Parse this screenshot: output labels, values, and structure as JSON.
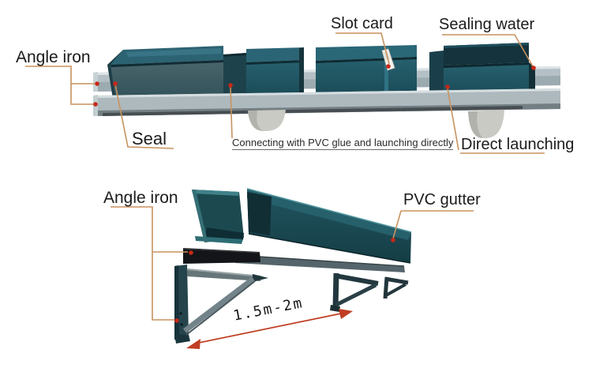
{
  "labels": {
    "angle_iron_top": "Angle iron",
    "seal": "Seal",
    "slot_card": "Slot card",
    "sealing_water": "Sealing water",
    "connecting": "Connecting with PVC glue and launching directly",
    "direct_launching": "Direct launching",
    "angle_iron_bottom": "Angle iron",
    "pvc_gutter": "PVC gutter",
    "dimension": "1.5m-2m"
  },
  "colors": {
    "leader_line": "#c8925f",
    "marker_dot": "#c62817",
    "dimension_line": "#c03d22",
    "gutter_teal": "#1d505c",
    "rail_gray": "#b0bcc1",
    "angle_iron_black": "#131518"
  }
}
